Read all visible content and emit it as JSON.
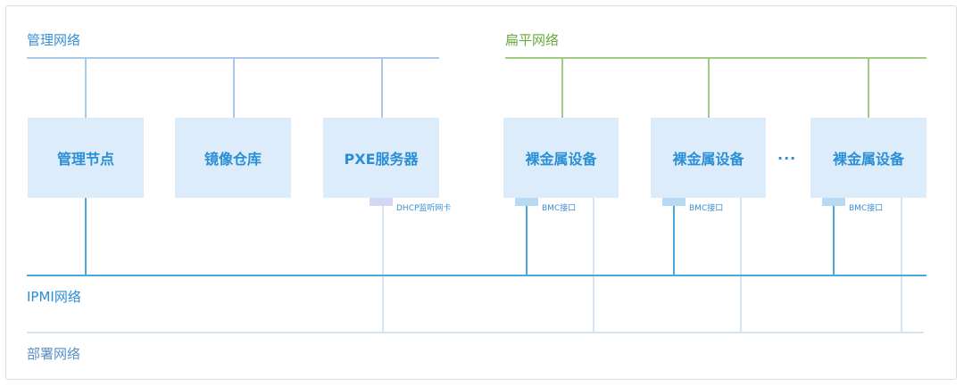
{
  "colors": {
    "management": "#aac8ea",
    "flat": "#9fcc85",
    "ipmi": "#4ba8db",
    "deploy": "#d8e4f0",
    "box_fill": "#dcecfa",
    "box_text": "#2a8fd6",
    "port_bmc": "#b8daf5",
    "port_dhcp": "#d4d6f6",
    "label_management": "#3a8fd6",
    "label_flat": "#6aab3e",
    "label_ipmi": "#2a8fd6",
    "label_deploy": "#5a8fc8"
  },
  "networks": {
    "management": "管理网络",
    "flat": "扁平网络",
    "ipmi": "IPMI网络",
    "deploy": "部署网络"
  },
  "nodes": {
    "mgmt_node": "管理节点",
    "image_repo": "镜像仓库",
    "pxe_server": "PXE服务器",
    "bare_metal": [
      "裸金属设备",
      "裸金属设备",
      "裸金属设备"
    ]
  },
  "ports": {
    "dhcp": "DHCP监听网卡",
    "bmc": [
      "BMC接口",
      "BMC接口",
      "BMC接口"
    ]
  },
  "ellipsis": "···"
}
